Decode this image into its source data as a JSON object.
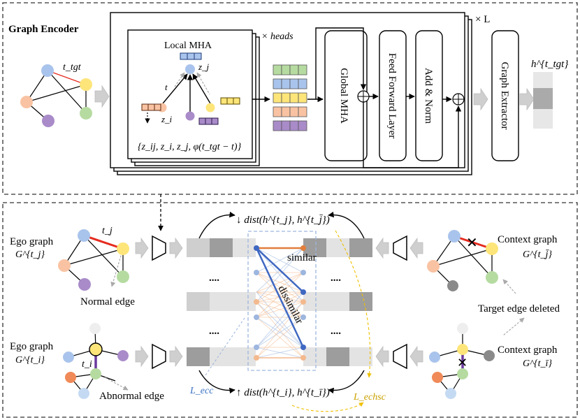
{
  "encoder": {
    "title": "Graph Encoder",
    "repeat_label": "× L",
    "heads_label": "× heads",
    "local_mha": "Local MHA",
    "z_j": "z_j",
    "z_i": "z_i",
    "t": "t",
    "edge_time": "t_tgt",
    "formula": "{z_ij, z_i, z_j, φ(t_tgt − t)}",
    "global_mha": "Global MHA",
    "ffl": "Feed Forward Layer",
    "add_norm": "Add & Norm",
    "extractor": "Graph Extractor",
    "output": "h^{t_tgt}"
  },
  "training": {
    "ego_top": {
      "title": "Ego graph",
      "sup": "G^{t_j}",
      "edge": "t_j",
      "note": "Normal edge"
    },
    "ego_bottom": {
      "title": "Ego graph",
      "sup": "G^{t_i}",
      "edge": "t_i",
      "note": "Abnormal edge"
    },
    "ctx_top": {
      "title": "Context graph",
      "sup": "G^{t_j̄}"
    },
    "ctx_bottom": {
      "title": "Context graph",
      "sup": "G^{t_ī}"
    },
    "target_deleted": "Target edge deleted",
    "dist_top": "↓ dist(h^{t_j}, h^{t_j̄})",
    "dist_bottom": "↑ dist(h^{t_i}, h^{t_ī})",
    "similar": "similar",
    "dissimilar": "dissimilar",
    "ellipsis": "....",
    "l_ecc": "L_ecc",
    "l_echsc": "L_echsc"
  },
  "colors": {
    "blue": "#a9c4ec",
    "yellow": "#fde57a",
    "orange": "#f9c3a3",
    "green": "#b6dba1",
    "purple": "#a98bc9",
    "grey_bar": "#d5d5d5",
    "dark_bar": "#9d9d9d",
    "red_edge": "#e52b1f",
    "similar_line": "#e17e3b",
    "dissimilar_line": "#3f68c2",
    "ecc": "#3a72c4",
    "echsc": "#c9a100"
  }
}
